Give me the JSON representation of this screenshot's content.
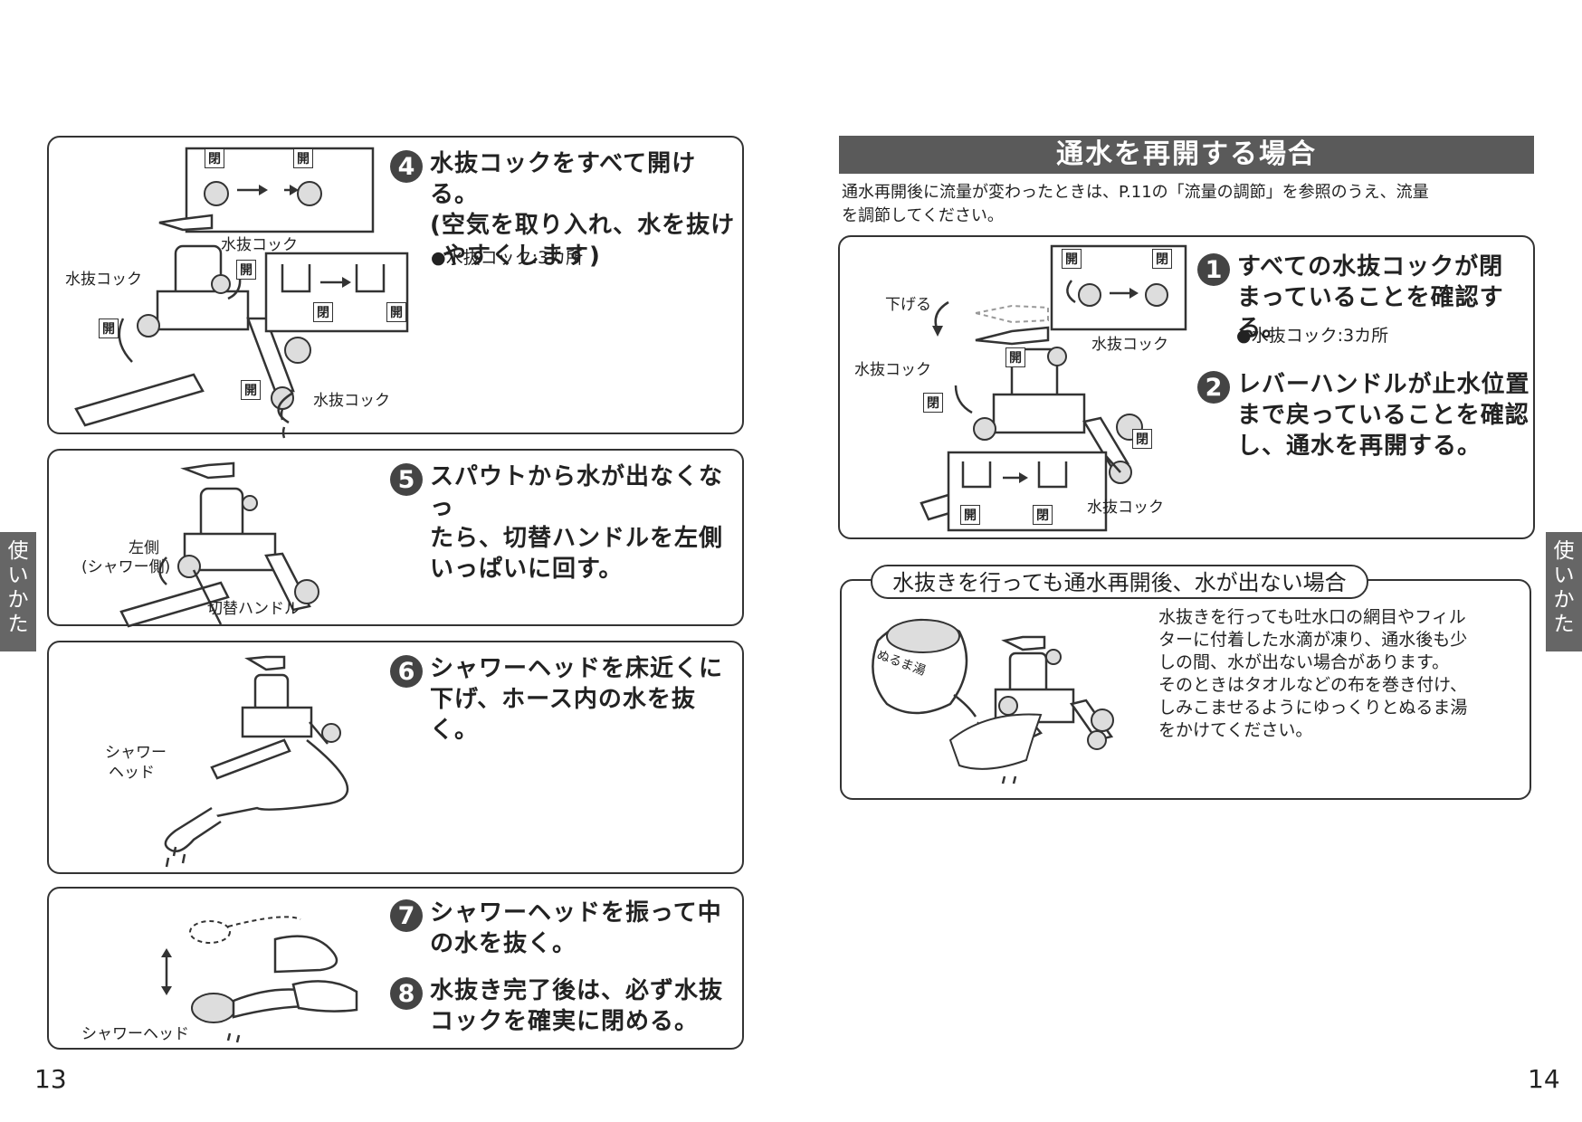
{
  "left_page": {
    "step4": {
      "number": "4",
      "text_line1": "水抜コックをすべて開ける。",
      "text_line2": "(空気を取り入れ、水を抜け",
      "text_line3": "やすくします)",
      "bullet": "●水抜コック:3カ所",
      "labels": {
        "cock_top": "水抜コック",
        "cock_left": "水抜コック",
        "cock_bottom": "水抜コック",
        "open": "開",
        "closed": "閉"
      }
    },
    "step5": {
      "number": "5",
      "text_line1": "スパウトから水が出なくなっ",
      "text_line2": "たら、切替ハンドルを左側",
      "text_line3": "いっぱいに回す。",
      "labels": {
        "left_side": "左側",
        "shower_side": "(シャワー側)",
        "switch_handle": "切替ハンドル"
      }
    },
    "step6": {
      "number": "6",
      "text_line1": "シャワーヘッドを床近くに",
      "text_line2": "下げ、ホース内の水を抜く。",
      "labels": {
        "shower_line1": "シャワー",
        "shower_line2": "ヘッド"
      }
    },
    "step7": {
      "number": "7",
      "text_line1": "シャワーヘッドを振って中",
      "text_line2": "の水を抜く。"
    },
    "step8": {
      "number": "8",
      "text_line1": "水抜き完了後は、必ず水抜",
      "text_line2": "コックを確実に閉める。",
      "labels": {
        "shower_head": "シャワーヘッド"
      }
    },
    "page_number": "13",
    "side_tab": "使いかた"
  },
  "right_page": {
    "section_title": "通水を再開する場合",
    "intro_line1": "通水再開後に流量が変わったときは、P.11の「流量の調節」を参照のうえ、流量",
    "intro_line2": "を調節してください。",
    "step1": {
      "number": "1",
      "text_line1": "すべての水抜コックが閉",
      "text_line2": "まっていることを確認する。",
      "bullet": "●水抜コック:3カ所"
    },
    "step2": {
      "number": "2",
      "text_line1": "レバーハンドルが止水位置",
      "text_line2": "まで戻っていることを確認",
      "text_line3": "し、通水を再開する。"
    },
    "labels": {
      "lower": "下げる",
      "cock_top": "水抜コック",
      "cock_left": "水抜コック",
      "cock_bottom": "水抜コック",
      "open": "開",
      "closed": "閉"
    },
    "note": {
      "title": "水抜きを行っても通水再開後、水が出ない場合",
      "line1": "水抜きを行っても吐水口の網目やフィル",
      "line2": "ターに付着した水滴が凍り、通水後も少",
      "line3": "しの間、水が出ない場合があります。",
      "line4": "そのときはタオルなどの布を巻き付け、",
      "line5": "しみこませるようにゆっくりとぬるま湯",
      "line6": "をかけてください。",
      "kettle_label": "ぬるま湯"
    },
    "page_number": "14",
    "side_tab": "使いかた"
  }
}
